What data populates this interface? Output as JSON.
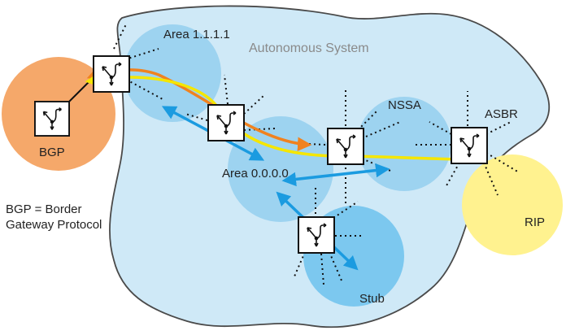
{
  "labels": {
    "autonomous_system": "Autonomous System",
    "area_1111": "Area 1.1.1.1",
    "area_0000": "Area 0.0.0.0",
    "nssa": "NSSA",
    "asbr": "ASBR",
    "bgp": "BGP",
    "rip": "RIP",
    "stub": "Stub",
    "bgp_legend_line1": "BGP = Border",
    "bgp_legend_line2": "Gateway Protocol"
  },
  "colors": {
    "as_fill": "#cfe9f7",
    "as_stroke": "#4a4a4a",
    "area_fill": "#9dd3f0",
    "stub_fill": "#7cc8ef",
    "bgp_fill": "#f5a86a",
    "rip_fill": "#fff28f",
    "arrow_orange": "#f0821f",
    "arrow_yellow": "#f5e600",
    "arrow_blue": "#1b9be0"
  },
  "icons": [
    "router-icon"
  ]
}
